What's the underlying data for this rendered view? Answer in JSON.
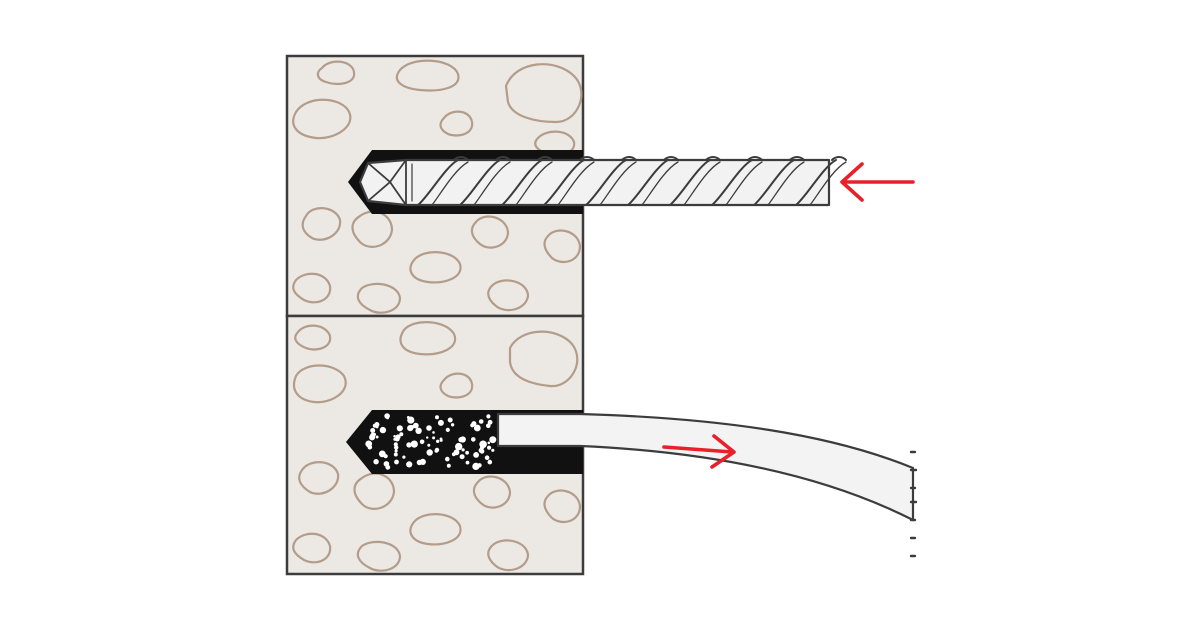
{
  "diagram": {
    "panels": [
      {
        "id": "drill-hole",
        "label": ""
      },
      {
        "id": "clean-hole",
        "label": ""
      }
    ],
    "arrows": [
      {
        "id": "drill-insert-arrow",
        "direction": "left"
      },
      {
        "id": "blow-out-arrow",
        "direction": "right"
      }
    ]
  },
  "colors": {
    "background": "#ffffff",
    "concrete": "#ece9e4",
    "aggregate_outline": "#b39c8a",
    "outline": "#3c3c3c",
    "drill_steel": "#f2f2f2",
    "hole": "#111111",
    "arrow": "#e8202a",
    "hose": "#f3f3f3"
  },
  "icons": {
    "drill_bit": "masonry-drill-bit-icon",
    "hose": "blow-out-hose-icon",
    "arrow": "red-arrow-icon"
  }
}
